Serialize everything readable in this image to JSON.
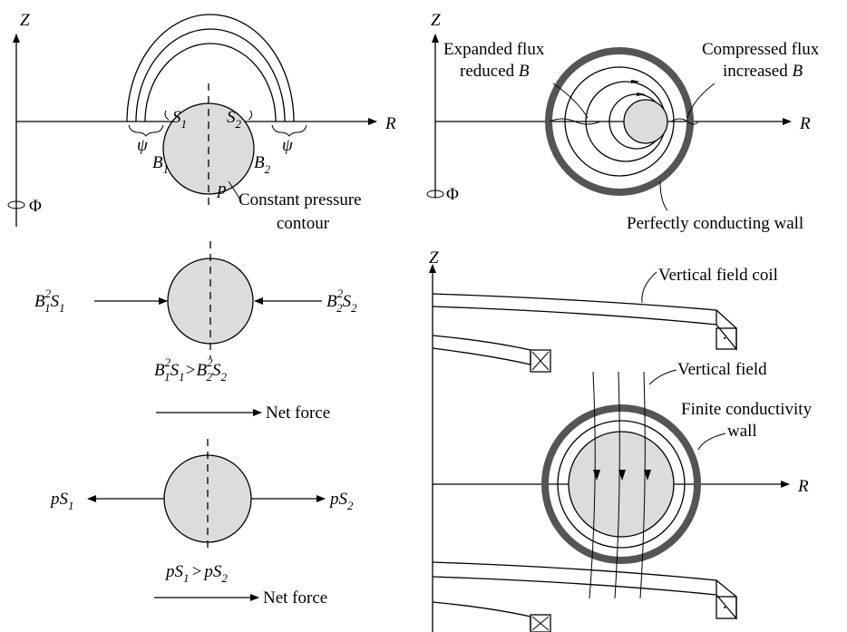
{
  "panel_a": {
    "z": "Z",
    "r": "R",
    "phi": "Φ",
    "s1": "S",
    "s1_sub": "1",
    "s2": "S",
    "s2_sub": "2",
    "psi_left": "ψ",
    "psi_right": "ψ",
    "b1": "B",
    "b1_sub": "1",
    "b2": "B",
    "b2_sub": "2",
    "p": "p",
    "contour_line1": "Constant pressure",
    "contour_line2": "contour"
  },
  "panel_b": {
    "z": "Z",
    "r": "R",
    "phi": "Φ",
    "expanded_line1": "Expanded flux",
    "expanded_line2": "reduced",
    "expanded_b": "B",
    "compressed_line1": "Compressed flux",
    "compressed_line2": "increased",
    "compressed_b": "B",
    "wall": "Perfectly conducting wall"
  },
  "panel_c": {
    "left_b": "B",
    "left_sup": "2",
    "left_sub1": "1",
    "left_s": "S",
    "left_sub2": "1",
    "right_b": "B",
    "right_sup": "2",
    "right_sub1": "2",
    "right_s": "S",
    "right_sub2": "2",
    "ineq_b1": "B",
    "ineq_sup1": "2",
    "ineq_sub1": "1",
    "ineq_s1": "S",
    "ineq_ssub1": "1",
    "ineq_gt": ">",
    "ineq_b2": "B",
    "ineq_sup2": "2",
    "ineq_sub2": "2",
    "ineq_s2": "S",
    "ineq_ssub2": "2",
    "net_force": "Net force"
  },
  "panel_d": {
    "left_p": "pS",
    "left_sub": "1",
    "right_p": "pS",
    "right_sub": "2",
    "ineq_left": "pS",
    "ineq_left_sub": "1",
    "ineq_gt": ">",
    "ineq_right": "pS",
    "ineq_right_sub": "2",
    "net_force": "Net force"
  },
  "panel_e": {
    "z": "Z",
    "r": "R",
    "coil_label": "Vertical field coil",
    "field_label": "Vertical field",
    "wall_line1": "Finite conductivity",
    "wall_line2": "wall",
    "dot_symbol": "·",
    "cross_symbol": "×"
  }
}
